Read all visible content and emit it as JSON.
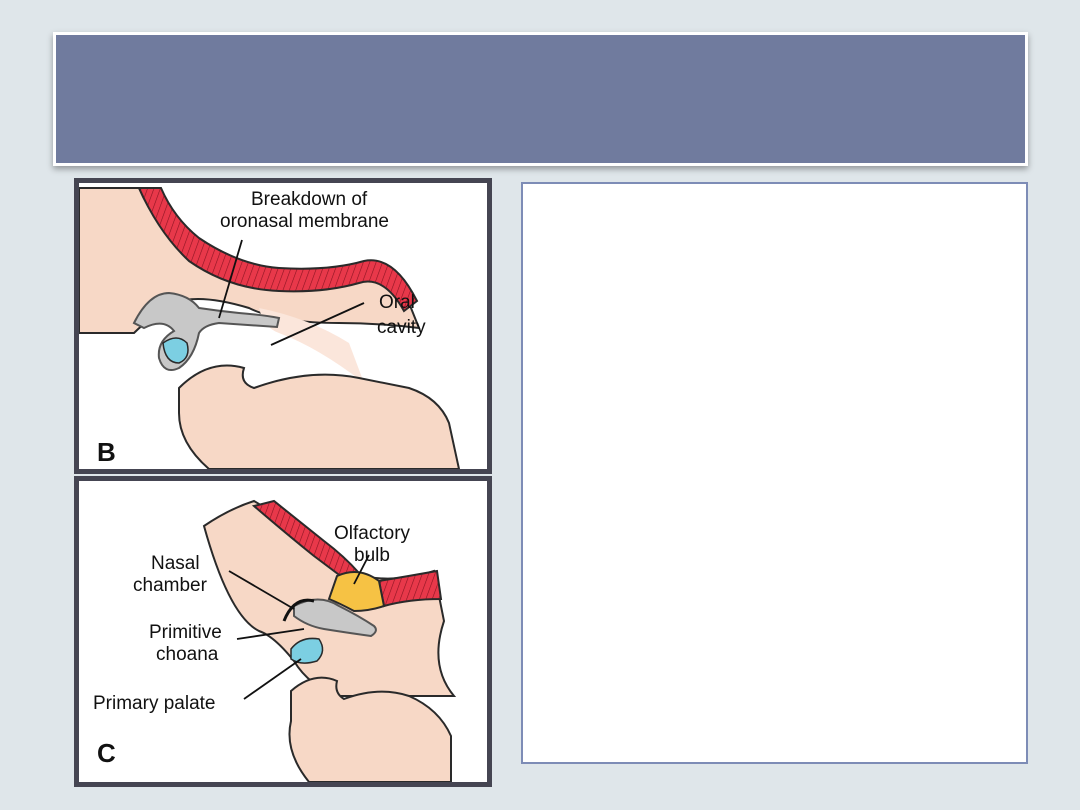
{
  "panel_b": {
    "letter": "B",
    "label_breakdown_line1": "Breakdown of",
    "label_breakdown_line2": "oronasal membrane",
    "label_oral_line1": "Oral",
    "label_oral_line2": "cavity"
  },
  "panel_c": {
    "letter": "C",
    "label_olfactory_line1": "Olfactory",
    "label_olfactory_line2": "bulb",
    "label_nasal_line1": "Nasal",
    "label_nasal_line2": "chamber",
    "label_choana_line1": "Primitive",
    "label_choana_line2": "choana",
    "label_palate": "Primary palate"
  },
  "colors": {
    "tissue": "#f7d8c6",
    "neural_tube": "#e8384a",
    "epithelium": "#c8c8c8",
    "palate": "#7ccfe2",
    "olfactory_bulb": "#f6c244",
    "title_bar": "#707b9e"
  }
}
